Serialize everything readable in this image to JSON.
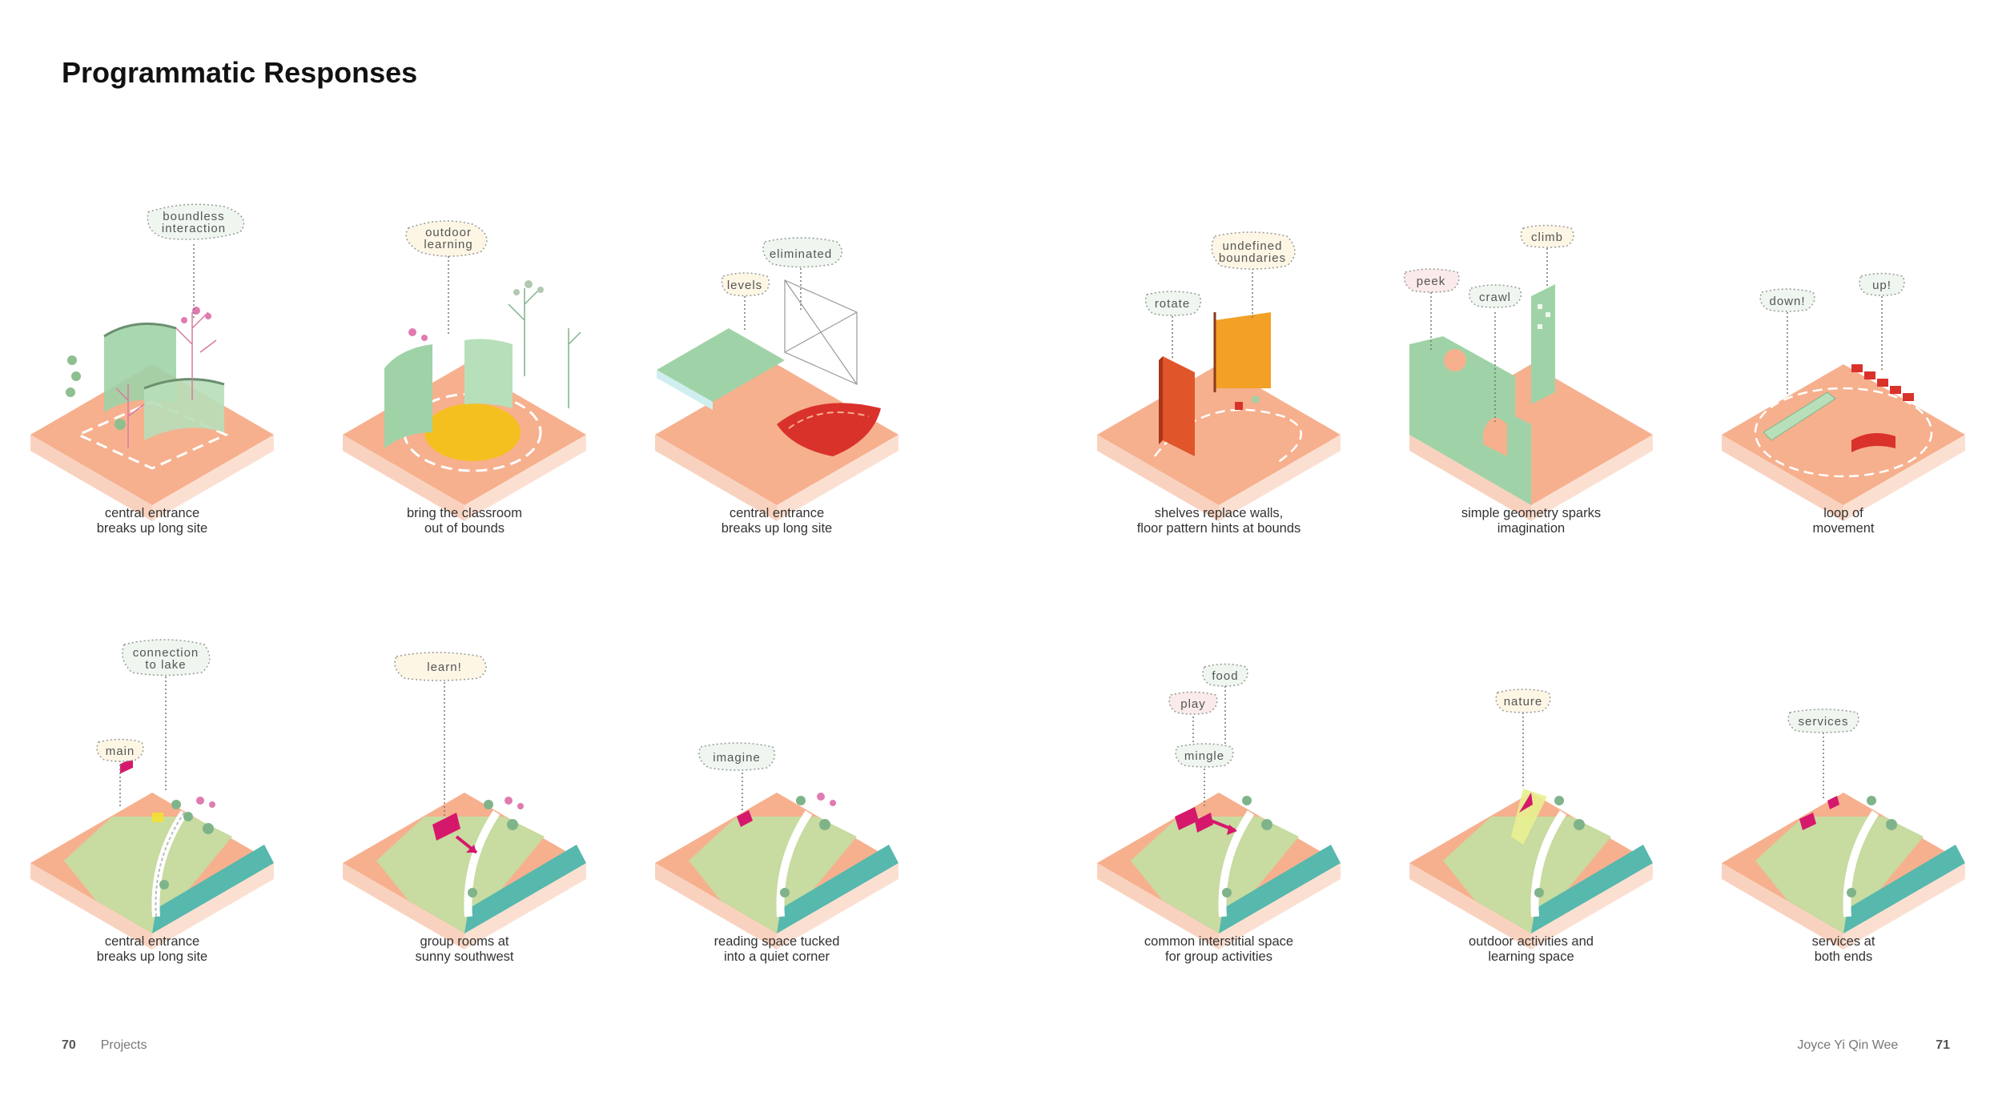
{
  "page": {
    "title": "Programmatic Responses"
  },
  "footer": {
    "left_page": "70",
    "left_section": "Projects",
    "right_author": "Joyce Yi Qin Wee",
    "right_page": "71"
  },
  "top_row": [
    {
      "caption": [
        "central entrance",
        "breaks up long site"
      ],
      "bubbles": [
        "boundless",
        "interaction"
      ]
    },
    {
      "caption": [
        "bring the classroom",
        "out of bounds"
      ],
      "bubbles": [
        "outdoor",
        "learning"
      ]
    },
    {
      "caption": [
        "central entrance",
        "breaks up long site"
      ],
      "bubbles": [
        "eliminated",
        "levels"
      ]
    },
    {
      "caption": [
        "shelves replace walls,",
        "floor pattern hints at bounds"
      ],
      "bubbles": [
        "undefined",
        "boundaries",
        "rotate"
      ]
    },
    {
      "caption": [
        "simple geometry sparks",
        "imagination"
      ],
      "bubbles": [
        "climb",
        "peek",
        "crawl"
      ]
    },
    {
      "caption": [
        "loop of",
        "movement"
      ],
      "bubbles": [
        "up!",
        "down!"
      ]
    }
  ],
  "bottom_row": [
    {
      "caption": [
        "central entrance",
        "breaks up long site"
      ],
      "bubbles": [
        "connection",
        "to lake",
        "main"
      ]
    },
    {
      "caption": [
        "group rooms at",
        "sunny southwest"
      ],
      "bubbles": [
        "learn!"
      ]
    },
    {
      "caption": [
        "reading space tucked",
        "into a quiet corner"
      ],
      "bubbles": [
        "imagine"
      ]
    },
    {
      "caption": [
        "common interstitial space",
        "for group activities"
      ],
      "bubbles": [
        "food",
        "play",
        "mingle"
      ]
    },
    {
      "caption": [
        "outdoor activities and",
        "learning space"
      ],
      "bubbles": [
        "nature"
      ]
    },
    {
      "caption": [
        "services at",
        "both ends"
      ],
      "bubbles": [
        "services"
      ]
    }
  ],
  "colors": {
    "base_top": "#f6b08e",
    "base_side": "#f9d2bf",
    "green": "#9fd3a7",
    "yellow": "#f4c020",
    "red": "#d9322a",
    "orange": "#f2a026",
    "magenta": "#d6186c",
    "lake": "#57b8ad",
    "lawn": "#c8dba0"
  }
}
